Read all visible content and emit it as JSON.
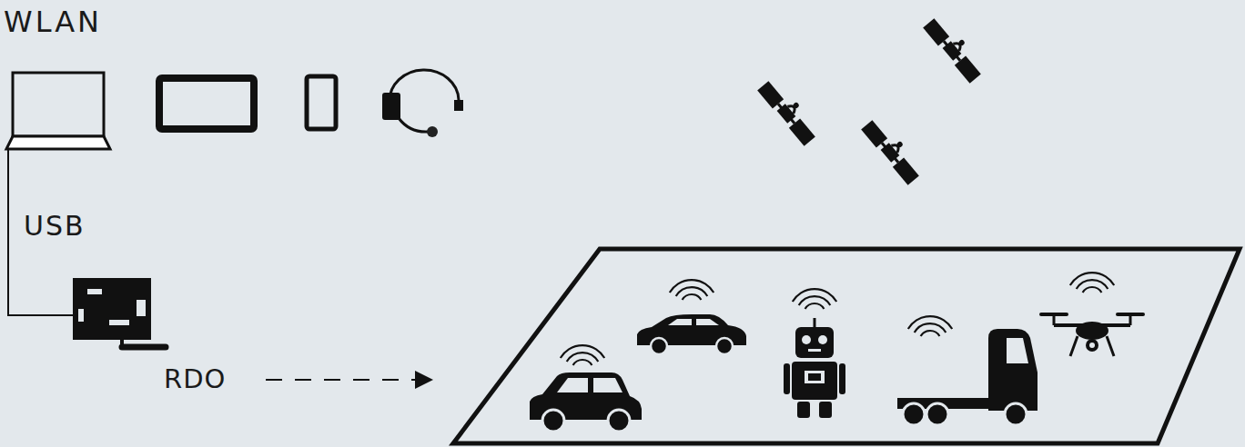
{
  "diagram": {
    "labels": [
      "WLAN",
      "USB",
      "RDO"
    ]
  }
}
